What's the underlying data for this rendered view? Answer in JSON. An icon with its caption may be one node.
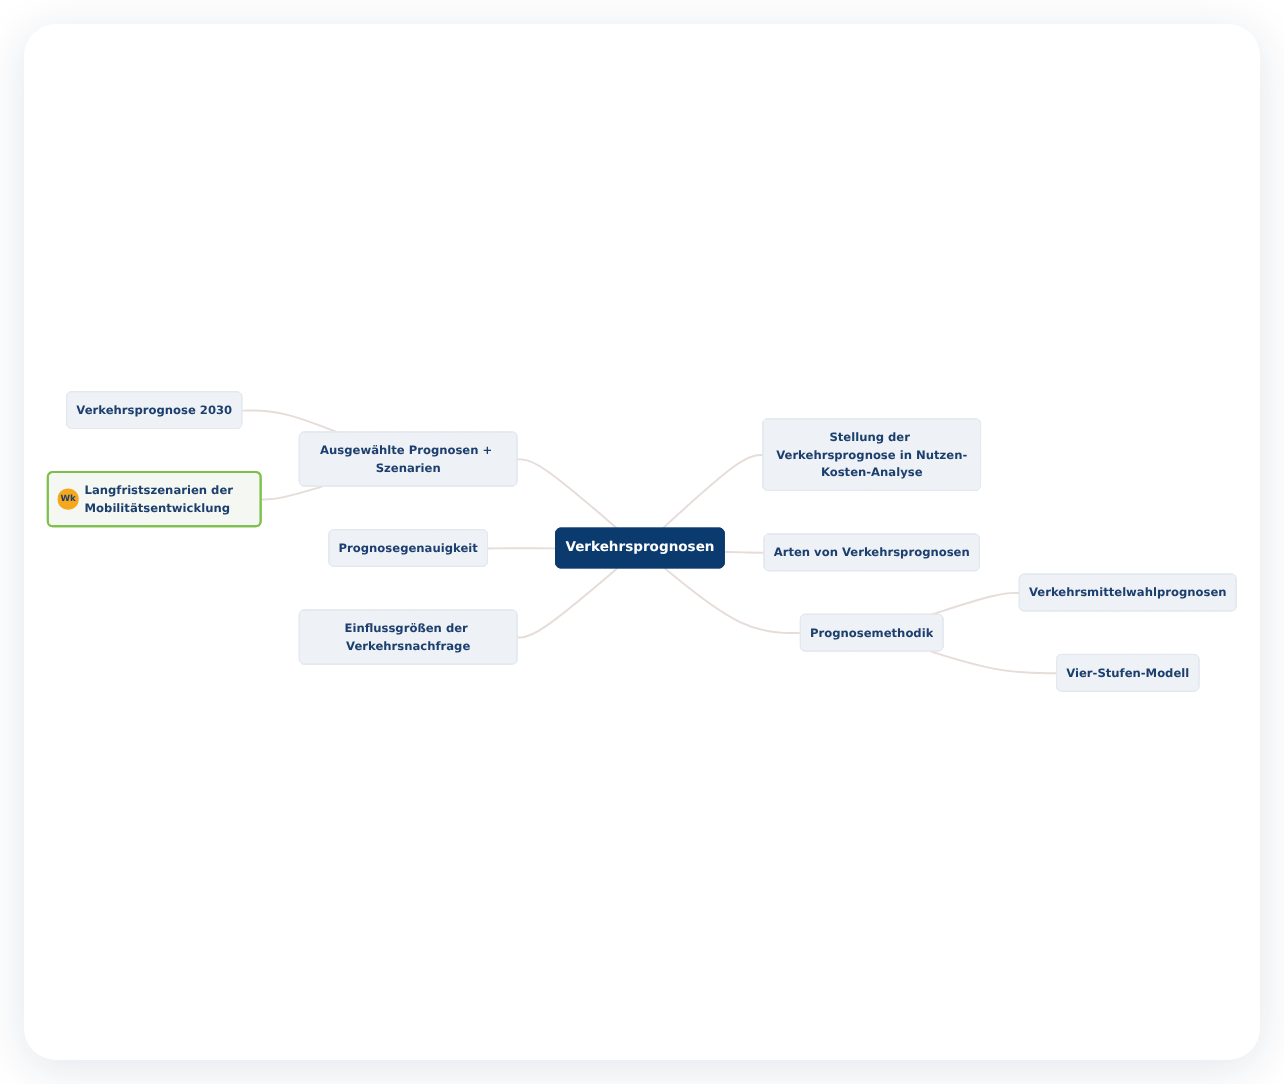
{
  "diagram": {
    "nodes": [
      {
        "text": [
          "Verkehrsprognose 2030"
        ]
      },
      {
        "text": [
          "Wk",
          "Langfristszenarien der Mobilitätsentwicklung"
        ]
      },
      {
        "text": [
          "Ausgewählte Prognosen + Szenarien"
        ]
      },
      {
        "text": [
          "Stellung der Verkehrsprognose in Nutzen-Kosten-Analyse"
        ]
      },
      {
        "text": [
          "Verkehrsprognosen"
        ]
      },
      {
        "text": [
          "Arten von Verkehrsprognosen"
        ]
      },
      {
        "text": [
          "Prognosegenauigkeit"
        ]
      },
      {
        "text": [
          "Prognosemethodik"
        ]
      },
      {
        "text": [
          "Einflussgrößen der Verkehrsnachfrage"
        ]
      },
      {
        "text": [
          "Verkehrsmittelwahlprognosen"
        ]
      },
      {
        "text": [
          "Vier-Stufen-Modell"
        ]
      }
    ],
    "edges": [
      {
        "from": 0,
        "to": 2,
        "arrow": "none"
      },
      {
        "from": 1,
        "to": 2,
        "arrow": "none"
      },
      {
        "from": 2,
        "to": 4,
        "arrow": "none"
      },
      {
        "from": 6,
        "to": 4,
        "arrow": "none"
      },
      {
        "from": 8,
        "to": 4,
        "arrow": "none"
      },
      {
        "from": 4,
        "to": 3,
        "arrow": "none"
      },
      {
        "from": 4,
        "to": 5,
        "arrow": "none"
      },
      {
        "from": 4,
        "to": 7,
        "arrow": "none"
      },
      {
        "from": 7,
        "to": 9,
        "arrow": "none"
      },
      {
        "from": 7,
        "to": 10,
        "arrow": "none"
      }
    ]
  }
}
